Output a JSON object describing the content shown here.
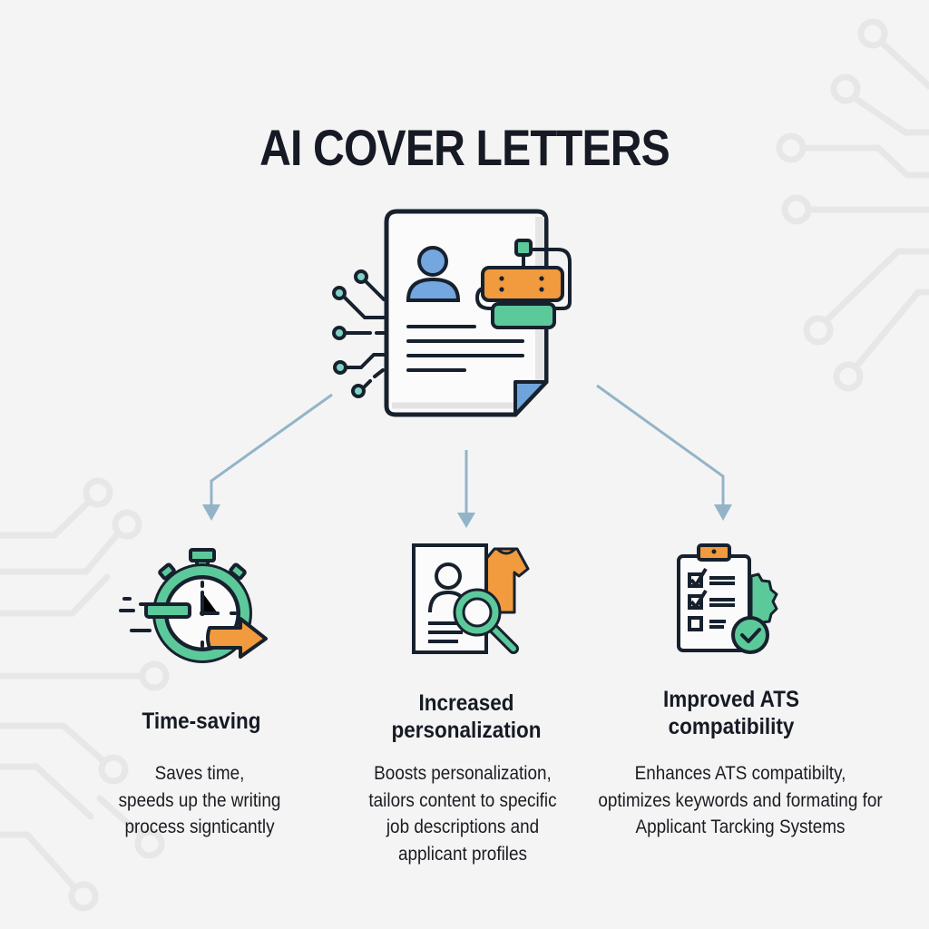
{
  "title": "AI COVER LETTERS",
  "colors": {
    "background": "#f4f4f4",
    "outline": "#17212e",
    "green": "#5cc99b",
    "orange": "#f19a3e",
    "blue": "#6fa3d9",
    "arrow": "#93b4c8",
    "circuit": "#e6e6e6"
  },
  "hero": {
    "icon": "document-with-robot-icon",
    "elements": [
      "user-avatar-icon",
      "text-lines",
      "robot-head-icon",
      "circuit-lines",
      "folded-corner"
    ]
  },
  "features": [
    {
      "icon": "stopwatch-fast-icon",
      "title_lines": [
        "Time-saving"
      ],
      "desc_lines": [
        "Saves time,",
        "speeds up the writing",
        "process signticantly"
      ]
    },
    {
      "icon": "resume-search-icon",
      "title_lines": [
        "Increased",
        "personalization"
      ],
      "desc_lines": [
        "Boosts personalization,",
        "tailors content to specific",
        "job descriptions and",
        "applicant profiles"
      ]
    },
    {
      "icon": "checklist-gear-icon",
      "title_lines": [
        "Improved ATS",
        "compatibility"
      ],
      "desc_lines": [
        "Enhances ATS compatibilty,",
        "optimizes keywords and formating for",
        "Applicant Tarcking Systems"
      ]
    }
  ]
}
